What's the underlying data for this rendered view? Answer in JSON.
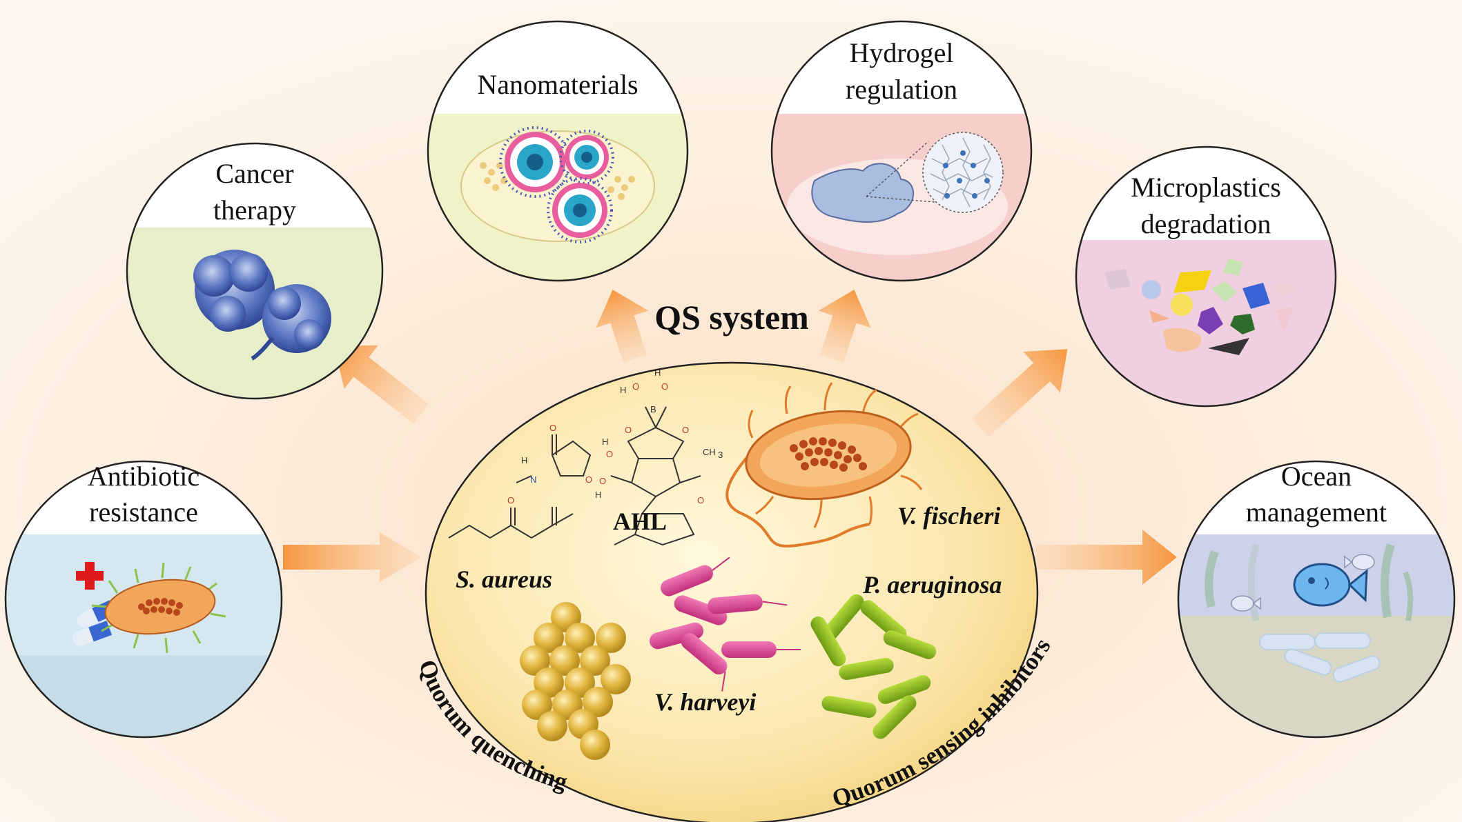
{
  "center": {
    "title": "QS system",
    "molecule_label": "AHL",
    "species": {
      "v_fischeri": "V. fischeri",
      "s_aureus": "S. aureus",
      "v_harveyi": "V. harveyi",
      "p_aeruginosa": "P. aeruginosa"
    },
    "arc_labels": {
      "left": "Quorum quenching",
      "right": "Quorum sensing inhibitors"
    }
  },
  "panels": {
    "antibiotic": {
      "line1": "Antibiotic",
      "line2": "resistance"
    },
    "cancer": {
      "line1": "Cancer",
      "line2": "therapy"
    },
    "nano": {
      "line1": "Nanomaterials"
    },
    "hydrogel": {
      "line1": "Hydrogel",
      "line2": "regulation"
    },
    "micro": {
      "line1": "Microplastics",
      "line2": "degradation"
    },
    "ocean": {
      "line1": "Ocean",
      "line2": "management"
    }
  },
  "colors": {
    "background": "#fdf3ea",
    "arrow": "#f5a552",
    "center_fill": "#fbe6a8",
    "cancer_band": "#e6efc9",
    "nano_band": "#f0f2c7",
    "hydrogel_band": "#f6cfcb",
    "micro_band": "#efcfe0",
    "antibiotic_band": "#d5e8f0",
    "ocean_band": "#cdd2ea"
  }
}
